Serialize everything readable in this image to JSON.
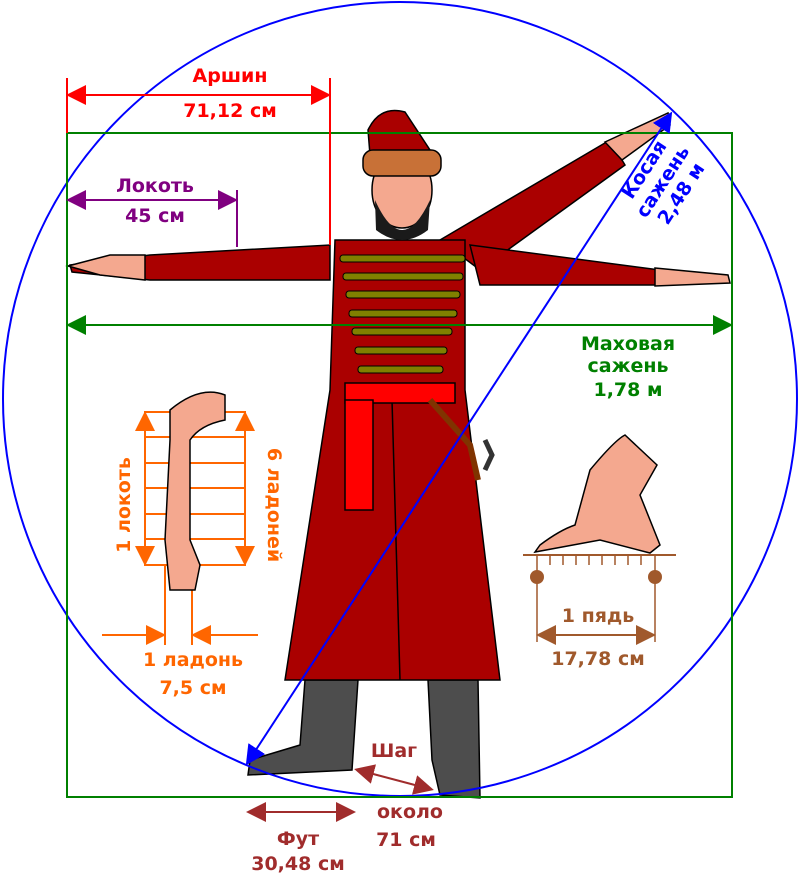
{
  "colors": {
    "arshin": "#ff0000",
    "lokot": "#800080",
    "kosaya": "#0000ff",
    "makhovaya": "#008000",
    "palm": "#ff6600",
    "pyad": "#a0592c",
    "step": "#a02c2c",
    "coat": "#aa0000",
    "skin": "#f4a88f"
  },
  "labels": {
    "arshin_name": "Аршин",
    "arshin_value": "71,12 см",
    "lokot_name": "Локоть",
    "lokot_value": "45 см",
    "kosaya_line1": "Косая",
    "kosaya_line2": "сажень",
    "kosaya_value": "2,48 м",
    "makhovaya_line1": "Маховая",
    "makhovaya_line2": "сажень",
    "makhovaya_value": "1,78 м",
    "one_lokot": "1 локоть",
    "six_palms": "6 ладоней",
    "palm_name": "1 ладонь",
    "palm_value": "7,5 см",
    "pyad_name": "1 пядь",
    "pyad_value": "17,78 см",
    "step_name": "Шаг",
    "step_line2": "около",
    "step_value": "71 см",
    "foot_name": "Фут",
    "foot_value": "30,48 см"
  }
}
